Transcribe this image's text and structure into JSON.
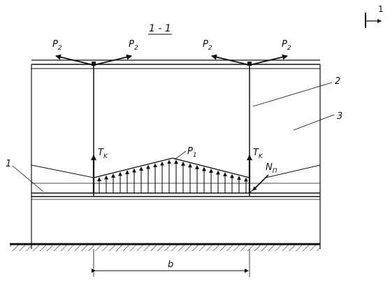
{
  "section_title": "1 - 1",
  "section_marker": "1",
  "labels": {
    "P2": {
      "main": "P",
      "sub": "2"
    },
    "P1": {
      "main": "P",
      "sub": "1"
    },
    "Tk": {
      "main": "T",
      "sub": "K"
    },
    "Nn": {
      "main": "N",
      "sub": "Π"
    },
    "b": "b",
    "callout_1": "1",
    "callout_2": "2",
    "callout_3": "3"
  }
}
